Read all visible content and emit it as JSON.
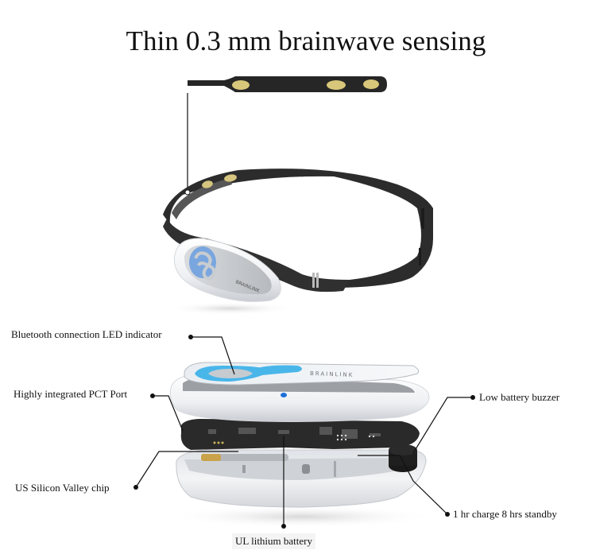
{
  "title": "Thin 0.3 mm brainwave sensing",
  "product": {
    "brand_text": "BRAINLINK",
    "logo_symbol": "infinity-loop",
    "colors": {
      "strap": "#2b2b2b",
      "sensor_pad": "#d8c77a",
      "shell": "#f2f4f7",
      "accent_blue": "#4aa8e0",
      "logo_blue_dark": "#5b8fd0",
      "panel_grey": "#c9ccd0",
      "pcb": "#2a2a2a",
      "battery_gold": "#c9a24a",
      "callout_line": "#111111"
    }
  },
  "callouts": [
    {
      "id": "bluetooth-led",
      "label": "Bluetooth connection LED indicator"
    },
    {
      "id": "pct-port",
      "label": "Highly integrated PCT Port"
    },
    {
      "id": "silicon-chip",
      "label": "US Silicon Valley chip"
    },
    {
      "id": "buzzer",
      "label": "Low battery buzzer"
    },
    {
      "id": "charge-standby",
      "label": "1 hr charge 8 hrs standby"
    },
    {
      "id": "battery",
      "label": "UL lithium battery"
    }
  ]
}
